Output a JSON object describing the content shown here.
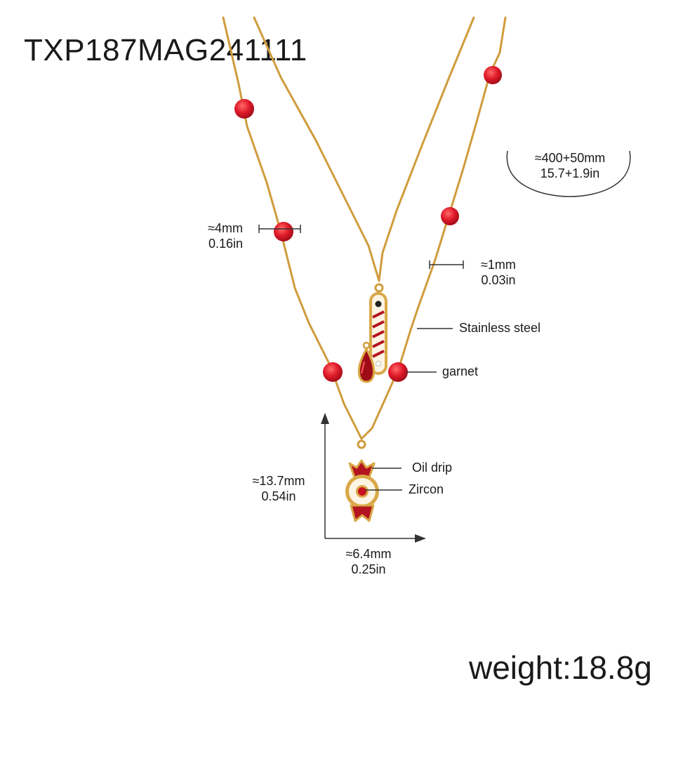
{
  "product": {
    "code": "TXP187MAG241111",
    "weight": "weight:18.8g"
  },
  "dimensions": {
    "chain_length": {
      "metric": "≈400+50mm",
      "imperial": "15.7+1.9in"
    },
    "bead_size": {
      "metric": "≈4mm",
      "imperial": "0.16in"
    },
    "chain_width": {
      "metric": "≈1mm",
      "imperial": "0.03in"
    },
    "pendant_height": {
      "metric": "≈13.7mm",
      "imperial": "0.54in"
    },
    "pendant_width": {
      "metric": "≈6.4mm",
      "imperial": "0.25in"
    }
  },
  "materials": {
    "chain": "Stainless steel",
    "bead": "garnet",
    "enamel": "Oil drip",
    "stone": "Zircon"
  },
  "colors": {
    "gold": "#d9a847",
    "bead_red": "#e01a2a",
    "enamel_red": "#b3141f",
    "enamel_white": "#fdf4e3"
  }
}
